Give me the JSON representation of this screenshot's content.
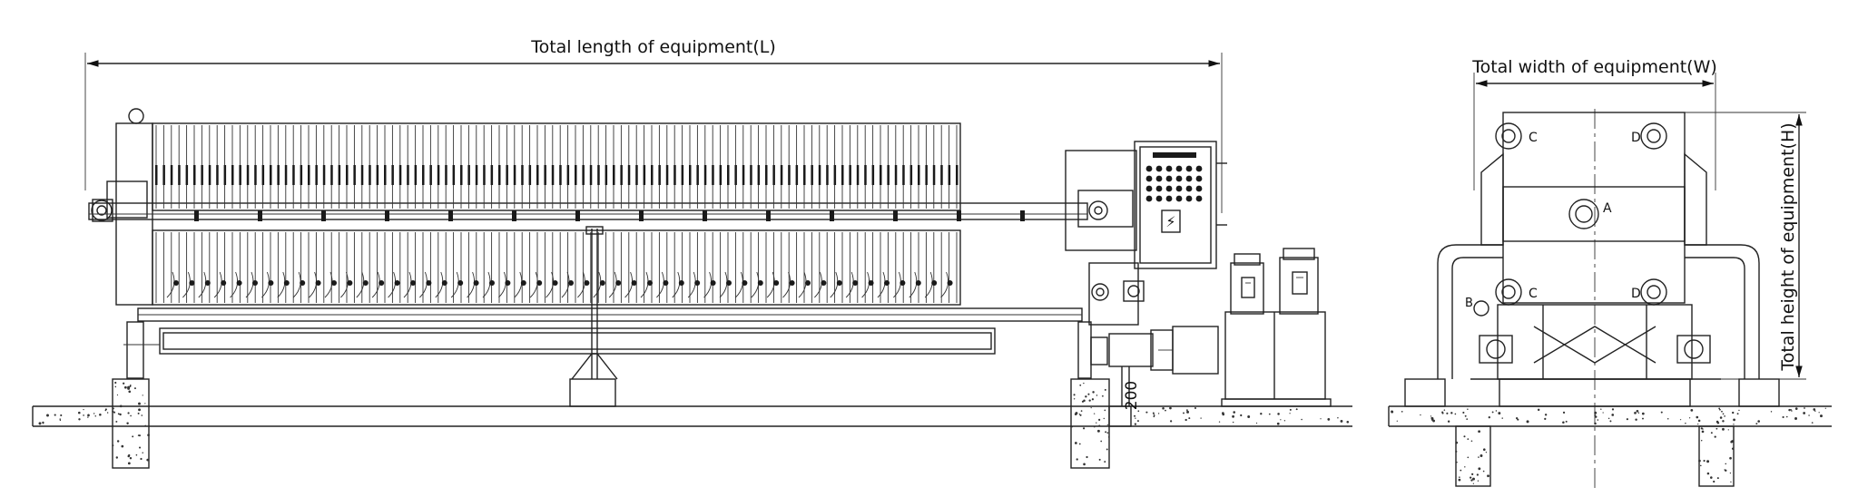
{
  "dimensions": {
    "total_length": "Total length of equipment(L)",
    "total_width": "Total width of equipment(W)",
    "total_height": "Total height of equipment(H)",
    "base_height": "200"
  },
  "port_labels": {
    "a": "A",
    "b": "B",
    "c_top": "C",
    "d_top": "D",
    "c_bottom": "C",
    "d_bottom": "D"
  },
  "icons": {
    "electrical_hazard": "lightning-bolt-icon"
  }
}
